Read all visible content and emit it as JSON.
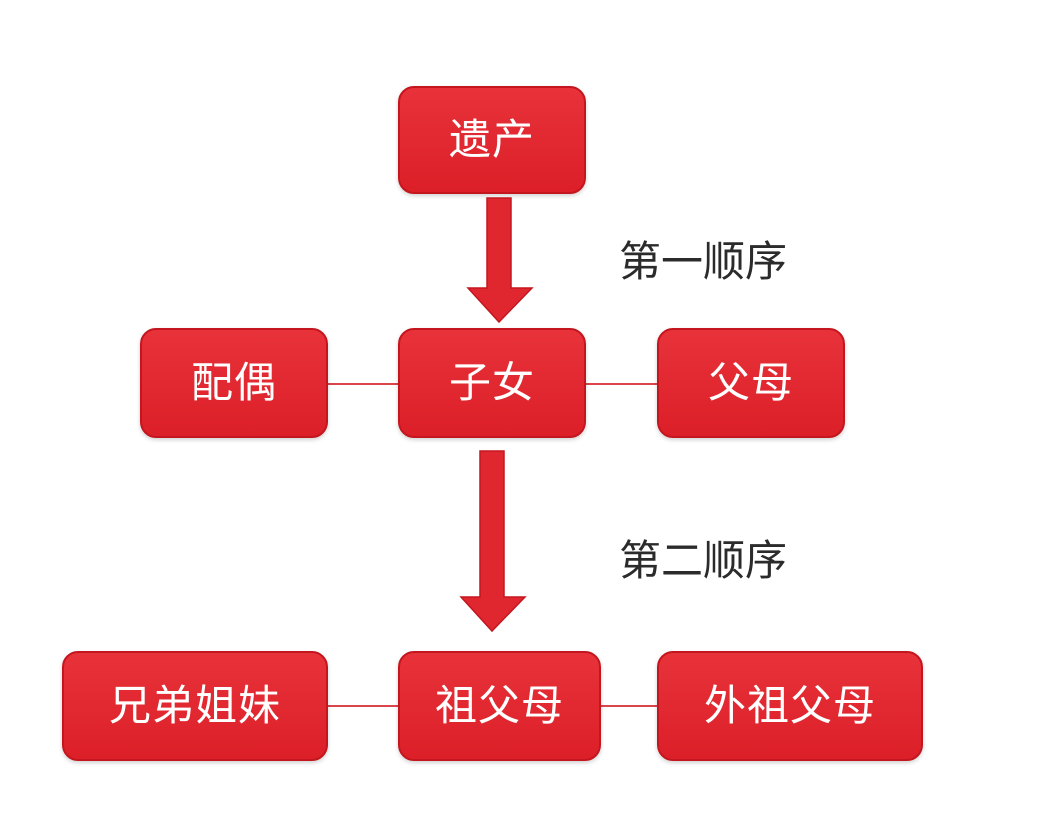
{
  "nodes": {
    "estate": "遗产",
    "spouse": "配偶",
    "children": "子女",
    "parents": "父母",
    "siblings": "兄弟姐妹",
    "paternal_grandparents": "祖父母",
    "maternal_grandparents": "外祖父母"
  },
  "labels": {
    "first_order": "第一顺序",
    "second_order": "第二顺序"
  },
  "colors": {
    "node_fill": "#e02730",
    "node_border": "#c4161f",
    "node_text": "#ffffff",
    "connector": "#d9454b",
    "label_text": "#2b2b2b"
  }
}
